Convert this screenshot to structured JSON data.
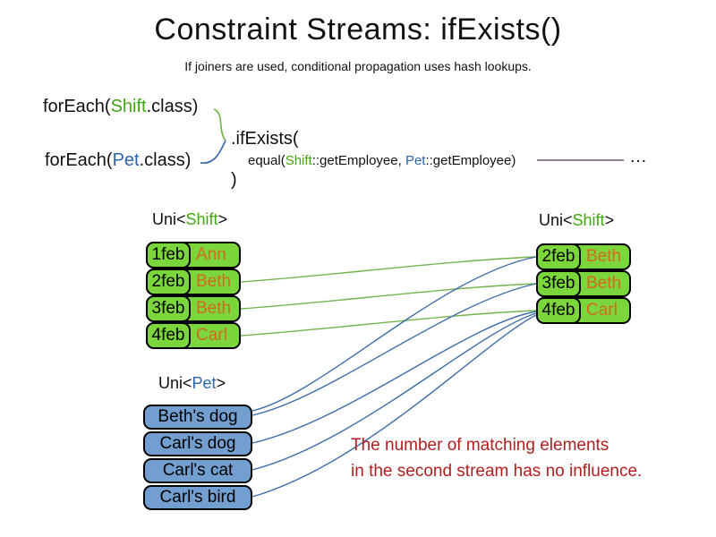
{
  "slide": {
    "title": "Constraint Streams: ifExists()",
    "subtitle": "If joiners are used, conditional propagation uses hash lookups."
  },
  "code": {
    "line1_prefix": "forEach(",
    "line1_class": "Shift",
    "line1_suffix": ".class)",
    "line2_prefix": "forEach(",
    "line2_class": "Pet",
    "line2_suffix": ".class)",
    "if_exists": ".ifExists(",
    "equal_prefix": "equal(",
    "equal_shift": "Shift",
    "equal_mid": "::getEmployee, ",
    "equal_pet": "Pet",
    "equal_suffix": "::getEmployee)",
    "close_paren": ")",
    "ellipsis": "…"
  },
  "left_shift_table": {
    "label_prefix": "Uni<",
    "label_type": "Shift",
    "label_suffix": ">",
    "rows": [
      {
        "date": "1feb",
        "name": "Ann"
      },
      {
        "date": "2feb",
        "name": "Beth"
      },
      {
        "date": "3feb",
        "name": "Beth"
      },
      {
        "date": "4feb",
        "name": "Carl"
      }
    ]
  },
  "right_shift_table": {
    "label_prefix": "Uni<",
    "label_type": "Shift",
    "label_suffix": ">",
    "rows": [
      {
        "date": "2feb",
        "name": "Beth"
      },
      {
        "date": "3feb",
        "name": "Beth"
      },
      {
        "date": "4feb",
        "name": "Carl"
      }
    ]
  },
  "pet_table": {
    "label_prefix": "Uni<",
    "label_type": "Pet",
    "label_suffix": ">",
    "rows": [
      {
        "name": "Beth's dog"
      },
      {
        "name": "Carl's dog"
      },
      {
        "name": "Carl's cat"
      },
      {
        "name": "Carl's bird"
      }
    ]
  },
  "annotation": {
    "line1": "The number of matching elements",
    "line2": "in the second stream has no influence."
  },
  "colors": {
    "class_green": "#41a711",
    "class_blue": "#2e64a8",
    "shift_box_fill": "#7bd63c",
    "pet_box_fill": "#729fcf",
    "employee_name_orange": "#d2691e",
    "match_line_green": "#74b44e",
    "match_line_blue": "#3f6da8",
    "continuation_line_purple": "#6e5a78",
    "annotation_red": "#b01f1f"
  }
}
